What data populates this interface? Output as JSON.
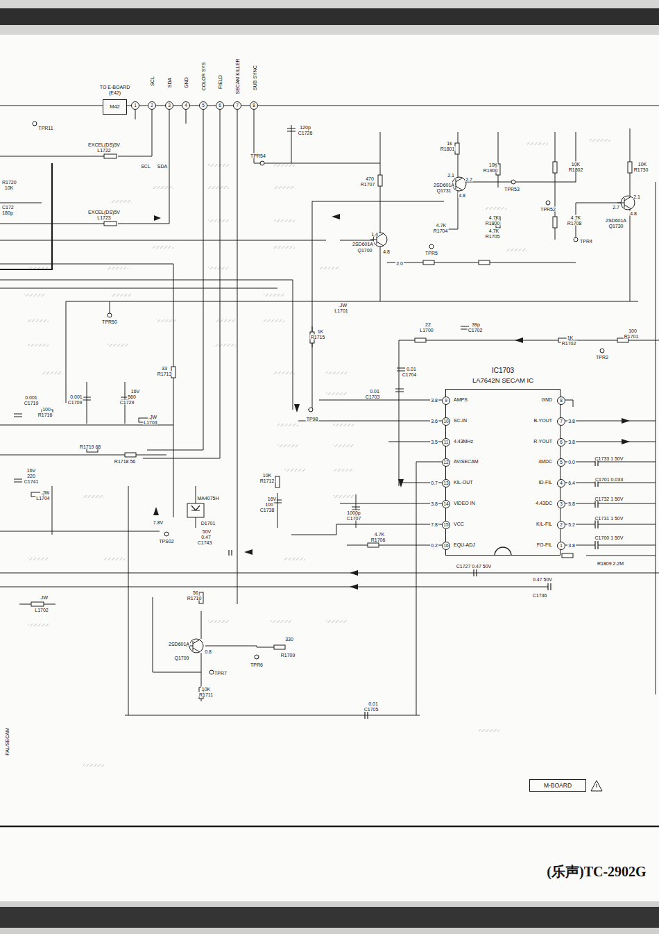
{
  "diagram": {
    "nodes": [
      {
        "text": [
          "TO E-BOARD (E42)",
          "M42"
        ]
      },
      {
        "text": [
          "1"
        ]
      },
      {
        "text": [
          "2"
        ]
      },
      {
        "text": [
          "3"
        ]
      },
      {
        "text": [
          "4"
        ]
      },
      {
        "text": [
          "5"
        ]
      },
      {
        "text": [
          "6"
        ]
      },
      {
        "text": [
          "7"
        ]
      },
      {
        "text": [
          "8"
        ]
      },
      {
        "text": [
          "IC1703",
          "LA7642N SECAM IC",
          "AMPS",
          "SC-IN",
          "4.43MHz",
          "AV/SECAM",
          "KIL-OUT",
          "VIDEO IN",
          "VCC",
          "EQU-ADJ",
          "GND",
          "B-YOUT",
          "R-YOUT",
          "4MDC",
          "ID-FIL",
          "4.43DC",
          "KIL-FIL",
          "FO-FIL"
        ]
      },
      {
        "text": [
          "9"
        ],
        "in": 9
      },
      {
        "text": [
          "10"
        ],
        "in": 9
      },
      {
        "text": [
          "11"
        ],
        "in": 9
      },
      {
        "text": [
          "12"
        ],
        "in": 9
      },
      {
        "text": [
          "13"
        ],
        "in": 9
      },
      {
        "text": [
          "14"
        ],
        "in": 9
      },
      {
        "text": [
          "15"
        ],
        "in": 9
      },
      {
        "text": [
          "16"
        ],
        "in": 9
      },
      {
        "text": [
          "8"
        ],
        "in": 9
      },
      {
        "text": [
          "7"
        ],
        "in": 9
      },
      {
        "text": [
          "6"
        ],
        "in": 9
      },
      {
        "text": [
          "5"
        ],
        "in": 9
      },
      {
        "text": [
          "4"
        ],
        "in": 9
      },
      {
        "text": [
          "3"
        ],
        "in": 9
      },
      {
        "text": [
          "2"
        ],
        "in": 9
      },
      {
        "text": [
          "1"
        ],
        "in": 9
      },
      {
        "text": [
          "M-BOARD"
        ]
      }
    ],
    "labels": [
      "SCL",
      "SDA",
      "GND",
      "COLOR SYS",
      "FIELD",
      "SECAM KILLER",
      "SUB SYNC",
      "TPR11",
      "EXCEL(DS)5V",
      "L1722",
      "SCL",
      "SDA",
      "R1720",
      "10K",
      "C172",
      "180p",
      "EXCEL(DS)5V",
      "L1723",
      "C1726",
      "120p",
      "TPR54",
      "1k",
      "R1801",
      "10K",
      "R1900",
      "10K",
      "R1802",
      "10K",
      "R1730",
      "2.1",
      "2.7",
      "2SD601A",
      "Q1731",
      "4.8",
      "TPR53",
      "TPR52",
      "470",
      "R1707",
      "4.7K",
      "R1800",
      "4.7K",
      "R1708",
      "2.1",
      "2.7",
      "4.8",
      "2SD601A",
      "Q1730",
      "TPR4",
      "4.7K",
      "R1704",
      "4.7K",
      "R1705",
      "1.4",
      "2SD601A",
      "Q1700",
      "4.8",
      "2.0",
      "TPR5",
      ".JW",
      "L1701",
      "TPR50",
      "1K",
      "R1715",
      "22",
      "L1700",
      "39p",
      "C1702",
      "1K",
      "R1702",
      "100",
      "R1701",
      "TPR2",
      "33",
      "R1713",
      "0.01",
      "C1704",
      "0.01",
      "C1703",
      "TP98",
      "0.001",
      "C1719",
      "0.001",
      "C1709",
      "16V",
      "560",
      "C1729",
      "100",
      "R1716",
      ".JW",
      "L1703",
      "R1719 68",
      "R1718 56",
      "16V",
      "220",
      "C1741",
      ".JW",
      "L1704",
      "10K",
      "R1712",
      "16V",
      "100",
      "C1738",
      "MA4075H",
      "D1701",
      "7.8V",
      "TPS02",
      "50V",
      "0.47",
      "C1743",
      "1000p",
      "C1707",
      "4.7K",
      "R1706",
      "C1733 1 50V",
      "C1701 0.033",
      "C1732 1 50V",
      "C1731 1 50V",
      "C1700 1 50V",
      "R1809 2.2M",
      "C1727 0.47 50V",
      "0.47 50V",
      "C1736",
      "56",
      "R1710",
      ".JW",
      "L1702",
      "2SD601A",
      "Q1709",
      "0.8",
      "330",
      "R1709",
      "TPR6",
      "TPR7",
      "10K",
      "R1711",
      "0.01",
      "C1705",
      "PAL/SECAM",
      "(乐声)TC-2902G",
      "3.8",
      "3.6",
      "3.5",
      "0.7",
      "3.8",
      "7.8",
      "0.2",
      "3.8",
      "3.8",
      "0.0",
      "6.4",
      "5.8",
      "5.2",
      "3.8"
    ]
  }
}
